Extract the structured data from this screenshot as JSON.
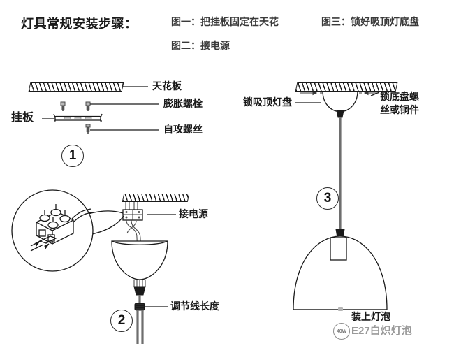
{
  "header": {
    "title": "灯具常规安装步骤：",
    "steps_col_a": [
      "图一：把挂板固定在天花",
      "图二：接电源"
    ],
    "steps_col_b": [
      "图三：锁好吸顶灯底盘"
    ]
  },
  "step1": {
    "number": "1",
    "labels": {
      "ceiling": "天花板",
      "expansion_bolt": "膨胀螺栓",
      "mount_plate": "挂板",
      "self_tapping_screw": "自攻螺丝"
    }
  },
  "step2": {
    "number": "2",
    "labels": {
      "connect_power": "接电源",
      "adjust_cord_length": "调节线长度"
    }
  },
  "step3": {
    "number": "3",
    "labels": {
      "lock_ceiling_plate": "锁吸顶灯盘",
      "lock_base_screw_line1": "锁底盘螺",
      "lock_base_screw_line2": "丝或铜件",
      "install_bulb": "装上灯泡",
      "bulb_type": "E27白炽灯泡",
      "bulb_wattage": "40W"
    }
  },
  "colors": {
    "ink": "#1a1a1a",
    "label_grey": "#3a3a3a",
    "cord_grey": "#6e6e6e",
    "bulb_grey": "#9a9a9a"
  }
}
